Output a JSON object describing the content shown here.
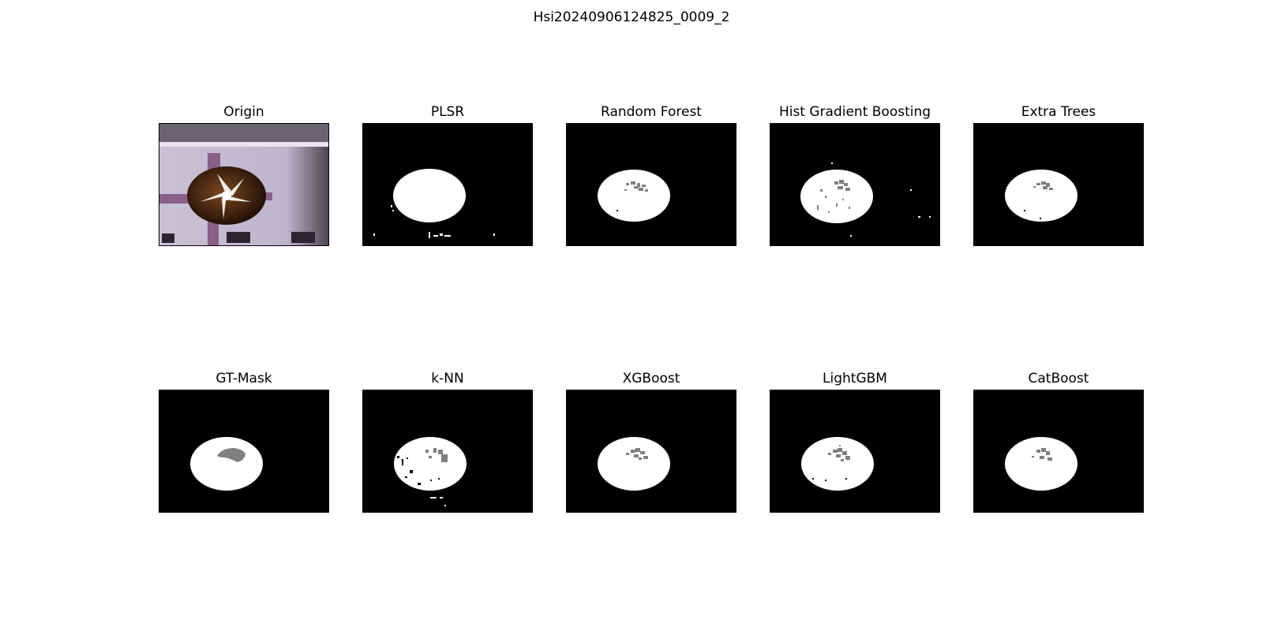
{
  "figure": {
    "title": "Hsi20240906124825_0009_2"
  },
  "panels": [
    {
      "title": "Origin",
      "kind": "photo"
    },
    {
      "title": "PLSR",
      "kind": "mask"
    },
    {
      "title": "Random Forest",
      "kind": "mask"
    },
    {
      "title": "Hist Gradient Boosting",
      "kind": "mask"
    },
    {
      "title": "Extra Trees",
      "kind": "mask"
    },
    {
      "title": "GT-Mask",
      "kind": "mask"
    },
    {
      "title": "k-NN",
      "kind": "mask"
    },
    {
      "title": "XGBoost",
      "kind": "mask"
    },
    {
      "title": "LightGBM",
      "kind": "mask"
    },
    {
      "title": "CatBoost",
      "kind": "mask"
    }
  ],
  "colors": {
    "background": "#ffffff",
    "mask_background": "#000000",
    "mask_foreground": "#ffffff",
    "mask_defect": "#808080"
  }
}
